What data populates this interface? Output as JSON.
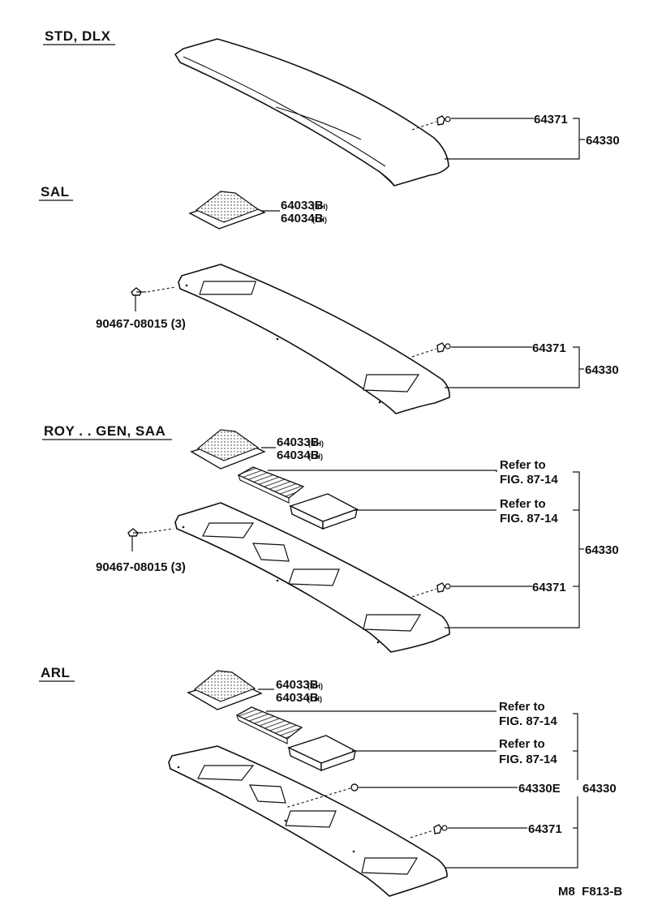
{
  "sections": [
    {
      "title": "STD, DLX"
    },
    {
      "title": "SAL"
    },
    {
      "title": "ROY . . GEN, SAA"
    },
    {
      "title": "ARL"
    }
  ],
  "labels": {
    "std_clip": "64371",
    "std_assembly": "64330",
    "sal_cover_rh": "64033B",
    "sal_cover_rh_side": "(RH)",
    "sal_cover_lh": "64034B",
    "sal_cover_lh_side": "(LH)",
    "sal_screw": "90467-08015 (3)",
    "sal_clip": "64371",
    "sal_assembly": "64330",
    "roy_cover_rh": "64033B",
    "roy_cover_rh_side": "(RH)",
    "roy_cover_lh": "64034B",
    "roy_cover_lh_side": "(LH)",
    "roy_ref1_line1": "Refer to",
    "roy_ref1_line2": "FIG. 87-14",
    "roy_ref2_line1": "Refer to",
    "roy_ref2_line2": "FIG. 87-14",
    "roy_screw": "90467-08015 (3)",
    "roy_clip": "64371",
    "roy_assembly": "64330",
    "arl_cover_rh": "64033B",
    "arl_cover_rh_side": "(RH)",
    "arl_cover_lh": "64034B",
    "arl_cover_lh_side": "(LH)",
    "arl_ref1_line1": "Refer to",
    "arl_ref1_line2": "FIG. 87-14",
    "arl_ref2_line1": "Refer to",
    "arl_ref2_line2": "FIG. 87-14",
    "arl_grommet": "64330E",
    "arl_assembly": "64330",
    "arl_clip": "64371"
  },
  "footer": {
    "code": "M8  F813-B"
  }
}
